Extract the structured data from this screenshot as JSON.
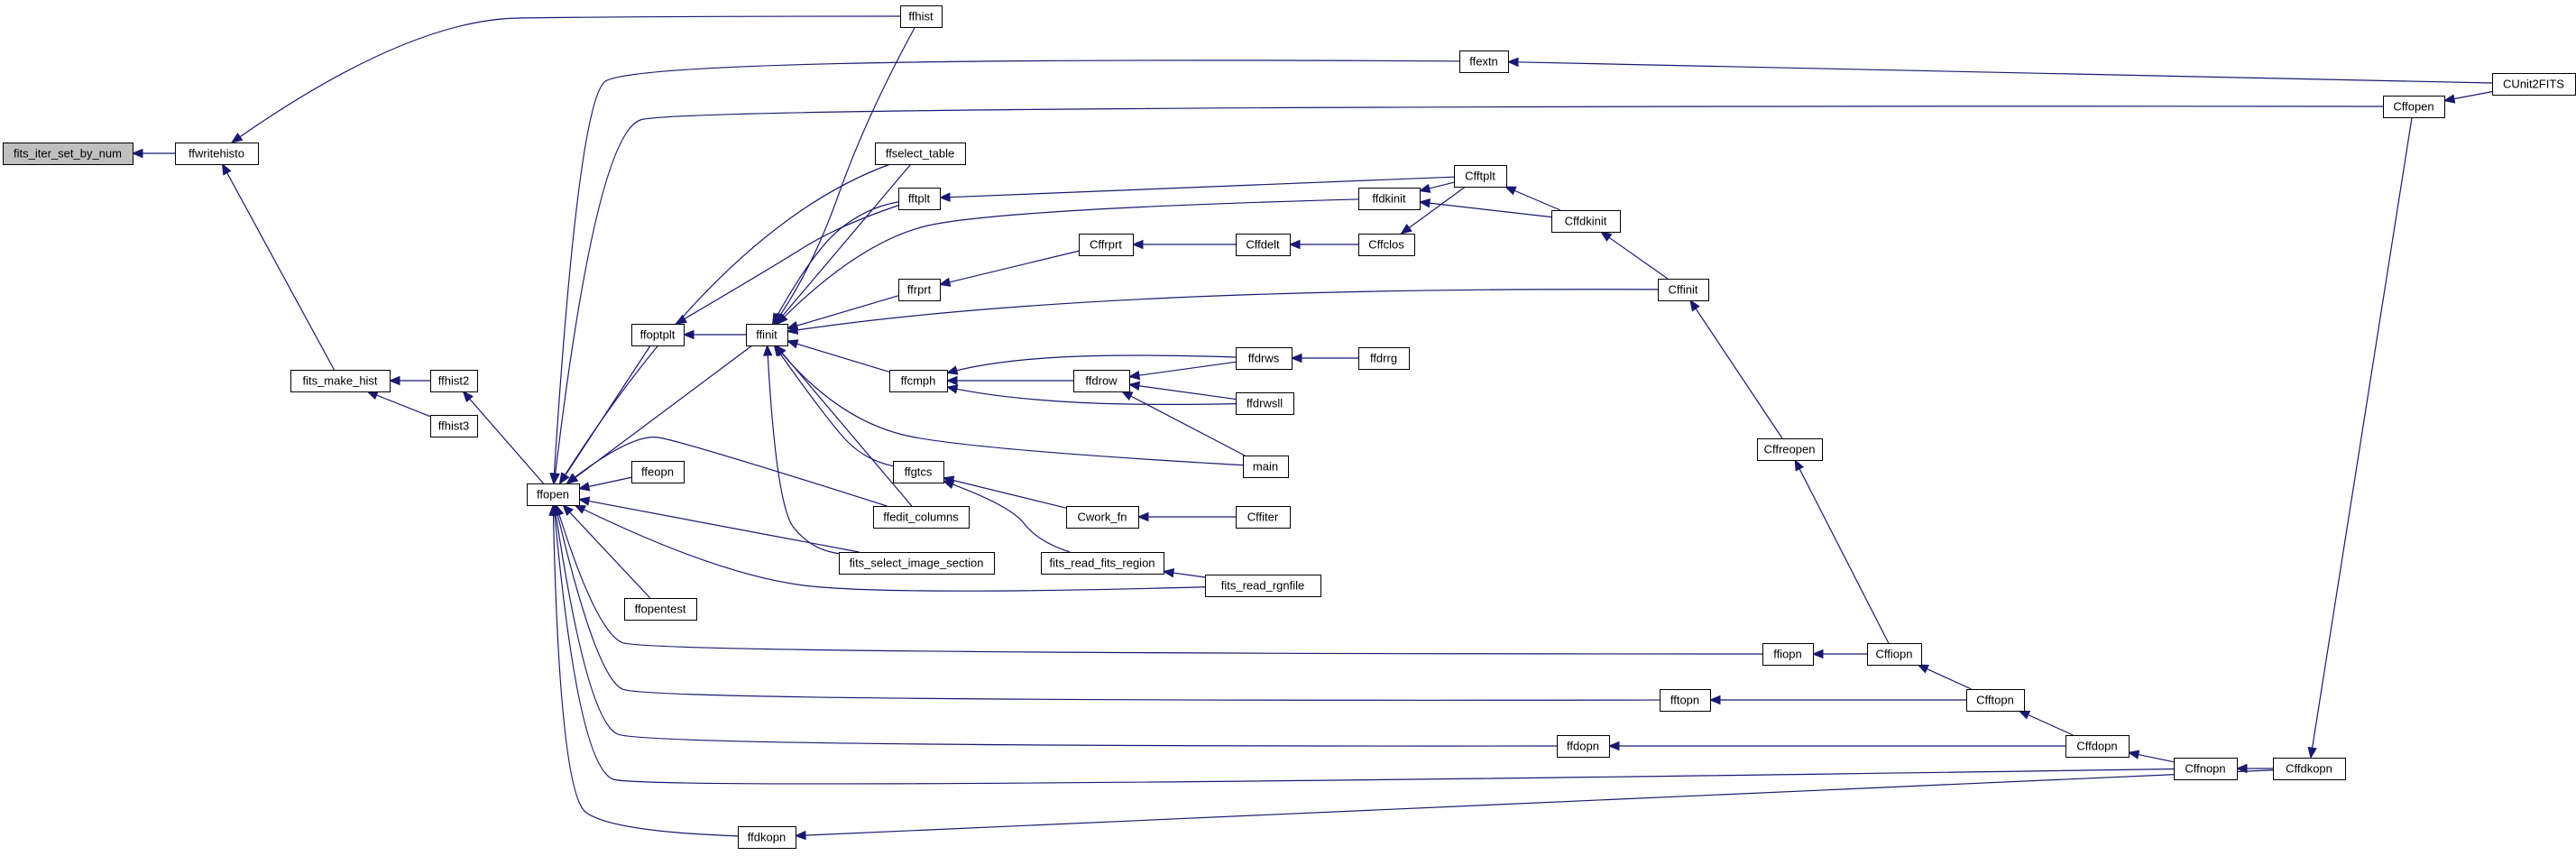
{
  "graph": {
    "title": "",
    "colors": {
      "edge": "#191970",
      "root_fill": "#bfbfbf",
      "node_fill": "#ffffff",
      "node_border": "#000000"
    },
    "nodes": [
      {
        "id": "fits_iter_set_by_num",
        "label": "fits_iter_set_by_num",
        "root": true
      },
      {
        "id": "ffwritehisto",
        "label": "ffwritehisto"
      },
      {
        "id": "ffhist",
        "label": "ffhist"
      },
      {
        "id": "fits_make_hist",
        "label": "fits_make_hist"
      },
      {
        "id": "ffhist2",
        "label": "ffhist2"
      },
      {
        "id": "ffhist3",
        "label": "ffhist3"
      },
      {
        "id": "ffopen",
        "label": "ffopen"
      },
      {
        "id": "ffoptplt",
        "label": "ffoptplt"
      },
      {
        "id": "ffinit",
        "label": "ffinit"
      },
      {
        "id": "ffeopn",
        "label": "ffeopn"
      },
      {
        "id": "ffopentest",
        "label": "ffopentest"
      },
      {
        "id": "ffextn",
        "label": "ffextn"
      },
      {
        "id": "CUnit2FITS",
        "label": "CUnit2FITS"
      },
      {
        "id": "Cffopen",
        "label": "Cffopen"
      },
      {
        "id": "ffselect_table",
        "label": "ffselect_table"
      },
      {
        "id": "fftplt",
        "label": "fftplt"
      },
      {
        "id": "Cfftplt",
        "label": "Cfftplt"
      },
      {
        "id": "ffdkinit",
        "label": "ffdkinit"
      },
      {
        "id": "Cffdkinit",
        "label": "Cffdkinit"
      },
      {
        "id": "ffrprt",
        "label": "ffrprt"
      },
      {
        "id": "Cffrprt",
        "label": "Cffrprt"
      },
      {
        "id": "Cffdelt",
        "label": "Cffdelt"
      },
      {
        "id": "Cffclos",
        "label": "Cffclos"
      },
      {
        "id": "Cffinit",
        "label": "Cffinit"
      },
      {
        "id": "ffcmph",
        "label": "ffcmph"
      },
      {
        "id": "ffdrow",
        "label": "ffdrow"
      },
      {
        "id": "ffdrws",
        "label": "ffdrws"
      },
      {
        "id": "ffdrrg",
        "label": "ffdrrg"
      },
      {
        "id": "ffdrwsll",
        "label": "ffdrwsll"
      },
      {
        "id": "main",
        "label": "main"
      },
      {
        "id": "ffgtcs",
        "label": "ffgtcs"
      },
      {
        "id": "Cwork_fn",
        "label": "Cwork_fn"
      },
      {
        "id": "Cffiter",
        "label": "Cffiter"
      },
      {
        "id": "ffedit_columns",
        "label": "ffedit_columns"
      },
      {
        "id": "fits_read_fits_region",
        "label": "fits_read_fits_region"
      },
      {
        "id": "fits_read_rgnfile",
        "label": "fits_read_rgnfile"
      },
      {
        "id": "fits_select_image_section",
        "label": "fits_select_image_section"
      },
      {
        "id": "Cffreopen",
        "label": "Cffreopen"
      },
      {
        "id": "ffiopn",
        "label": "ffiopn"
      },
      {
        "id": "Cffiopn",
        "label": "Cffiopn"
      },
      {
        "id": "fftopn",
        "label": "fftopn"
      },
      {
        "id": "Cfftopn",
        "label": "Cfftopn"
      },
      {
        "id": "ffdopn",
        "label": "ffdopn"
      },
      {
        "id": "Cffdopn",
        "label": "Cffdopn"
      },
      {
        "id": "Cffnopn",
        "label": "Cffnopn"
      },
      {
        "id": "Cffdkopn",
        "label": "Cffdkopn"
      },
      {
        "id": "ffdkopn",
        "label": "ffdkopn"
      }
    ],
    "edges": [
      {
        "from": "fits_iter_set_by_num",
        "to": "ffwritehisto"
      },
      {
        "from": "ffwritehisto",
        "to": "ffhist"
      },
      {
        "from": "ffwritehisto",
        "to": "fits_make_hist"
      },
      {
        "from": "fits_make_hist",
        "to": "ffhist2"
      },
      {
        "from": "fits_make_hist",
        "to": "ffhist3"
      },
      {
        "from": "ffhist2",
        "to": "ffopen"
      },
      {
        "from": "ffopen",
        "to": "ffextn"
      },
      {
        "from": "ffopen",
        "to": "Cffopen"
      },
      {
        "from": "ffopen",
        "to": "ffselect_table"
      },
      {
        "from": "ffopen",
        "to": "ffoptplt"
      },
      {
        "from": "ffopen",
        "to": "ffinit"
      },
      {
        "from": "ffopen",
        "to": "ffeopn"
      },
      {
        "from": "ffopen",
        "to": "ffedit_columns"
      },
      {
        "from": "ffopen",
        "to": "fits_select_image_section"
      },
      {
        "from": "ffopen",
        "to": "fits_read_rgnfile"
      },
      {
        "from": "ffopen",
        "to": "ffopentest"
      },
      {
        "from": "ffopen",
        "to": "ffiopn"
      },
      {
        "from": "ffopen",
        "to": "fftopn"
      },
      {
        "from": "ffopen",
        "to": "ffdopn"
      },
      {
        "from": "ffopen",
        "to": "Cffnopn"
      },
      {
        "from": "ffopen",
        "to": "ffdkopn"
      },
      {
        "from": "ffoptplt",
        "to": "fftplt"
      },
      {
        "from": "ffoptplt",
        "to": "ffinit"
      },
      {
        "from": "ffinit",
        "to": "ffhist"
      },
      {
        "from": "ffinit",
        "to": "ffselect_table"
      },
      {
        "from": "ffinit",
        "to": "fftplt"
      },
      {
        "from": "ffinit",
        "to": "ffdkinit"
      },
      {
        "from": "ffinit",
        "to": "ffrprt"
      },
      {
        "from": "ffinit",
        "to": "Cffinit"
      },
      {
        "from": "ffinit",
        "to": "ffcmph"
      },
      {
        "from": "ffinit",
        "to": "main"
      },
      {
        "from": "ffinit",
        "to": "ffgtcs"
      },
      {
        "from": "ffinit",
        "to": "ffedit_columns"
      },
      {
        "from": "ffinit",
        "to": "fits_select_image_section"
      },
      {
        "from": "ffextn",
        "to": "CUnit2FITS"
      },
      {
        "from": "Cffopen",
        "to": "CUnit2FITS"
      },
      {
        "from": "fftplt",
        "to": "Cfftplt"
      },
      {
        "from": "ffdkinit",
        "to": "Cfftplt"
      },
      {
        "from": "ffdkinit",
        "to": "Cffdkinit"
      },
      {
        "from": "Cfftplt",
        "to": "Cffdkinit"
      },
      {
        "from": "Cffclos",
        "to": "Cfftplt"
      },
      {
        "from": "Cffdkinit",
        "to": "Cffinit"
      },
      {
        "from": "ffrprt",
        "to": "Cffrprt"
      },
      {
        "from": "Cffrprt",
        "to": "Cffdelt"
      },
      {
        "from": "Cffdelt",
        "to": "Cffclos"
      },
      {
        "from": "Cffinit",
        "to": "Cffreopen"
      },
      {
        "from": "ffcmph",
        "to": "ffdrws"
      },
      {
        "from": "ffcmph",
        "to": "ffdrow"
      },
      {
        "from": "ffcmph",
        "to": "ffdrwsll"
      },
      {
        "from": "ffdrow",
        "to": "ffdrws"
      },
      {
        "from": "ffdrow",
        "to": "ffdrwsll"
      },
      {
        "from": "ffdrow",
        "to": "main"
      },
      {
        "from": "ffdrws",
        "to": "ffdrrg"
      },
      {
        "from": "ffgtcs",
        "to": "Cwork_fn"
      },
      {
        "from": "ffgtcs",
        "to": "fits_read_fits_region"
      },
      {
        "from": "Cwork_fn",
        "to": "Cffiter"
      },
      {
        "from": "fits_read_fits_region",
        "to": "fits_read_rgnfile"
      },
      {
        "from": "Cffreopen",
        "to": "Cffiopn"
      },
      {
        "from": "ffiopn",
        "to": "Cffiopn"
      },
      {
        "from": "Cffiopn",
        "to": "Cfftopn"
      },
      {
        "from": "fftopn",
        "to": "Cfftopn"
      },
      {
        "from": "Cfftopn",
        "to": "Cffdopn"
      },
      {
        "from": "ffdopn",
        "to": "Cffdopn"
      },
      {
        "from": "Cffdopn",
        "to": "Cffnopn"
      },
      {
        "from": "Cffnopn",
        "to": "Cffdkopn"
      },
      {
        "from": "ffdkopn",
        "to": "Cffdkopn"
      },
      {
        "from": "Cffdkopn",
        "to": "Cffopen"
      }
    ]
  }
}
